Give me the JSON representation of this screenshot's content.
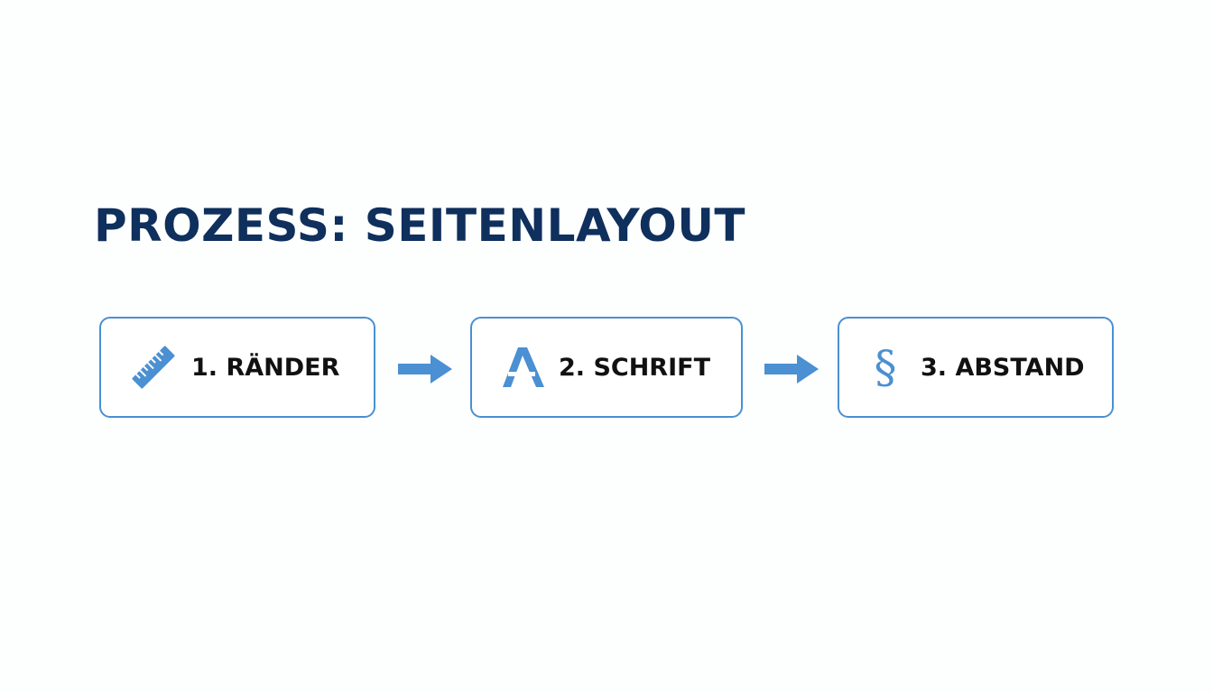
{
  "title": "PROZESS: SEITENLAYOUT",
  "colors": {
    "title": "#0f2f5c",
    "accent": "#4a90d2",
    "label": "#111111",
    "background": "#fdfefe"
  },
  "steps": [
    {
      "label": "1. RÄNDER",
      "icon": "ruler-icon"
    },
    {
      "label": "2. SCHRIFT",
      "icon": "letter-a-icon"
    },
    {
      "label": "3. ABSTAND",
      "icon": "section-sign-icon",
      "glyph": "§"
    }
  ],
  "connectors": [
    {
      "from": "1. RÄNDER",
      "to": "2. SCHRIFT",
      "icon": "arrow-right-icon"
    },
    {
      "from": "2. SCHRIFT",
      "to": "3. ABSTAND",
      "icon": "arrow-right-icon"
    }
  ]
}
